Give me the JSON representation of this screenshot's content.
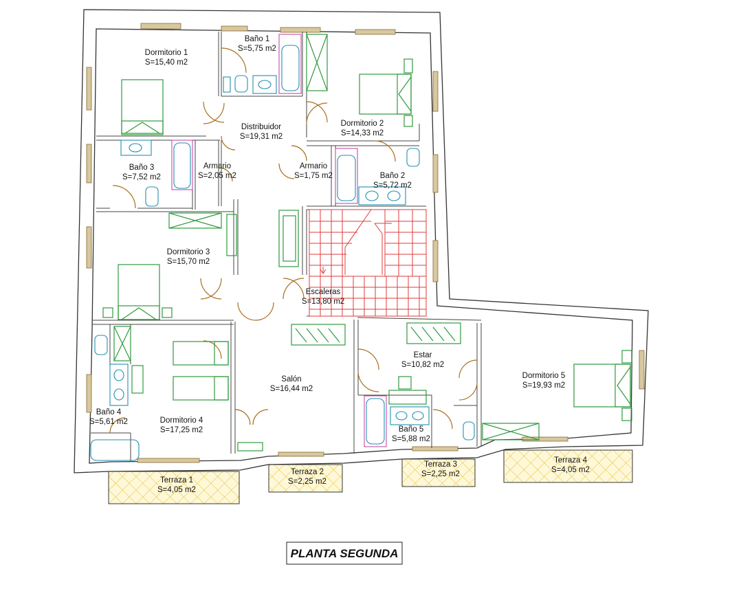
{
  "rooms": {
    "dormitorio1": {
      "name": "Dormitorio 1",
      "area": "S=15,40 m2"
    },
    "bano1": {
      "name": "Baño 1",
      "area": "S=5,75 m2"
    },
    "dormitorio2": {
      "name": "Dormitorio 2",
      "area": "S=14,33 m2"
    },
    "distribuidor": {
      "name": "Distribuidor",
      "area": "S=19,31 m2"
    },
    "bano3": {
      "name": "Baño 3",
      "area": "S=7,52 m2"
    },
    "armario1": {
      "name": "Armario",
      "area": "S=2,05 m2"
    },
    "armario2": {
      "name": "Armario",
      "area": "S=1,75 m2"
    },
    "bano2": {
      "name": "Baño 2",
      "area": "S=5,72 m2"
    },
    "dormitorio3": {
      "name": "Dormitorio 3",
      "area": "S=15,70 m2"
    },
    "escaleras": {
      "name": "Escaleras",
      "area": "S=13,80 m2"
    },
    "estar": {
      "name": "Estar",
      "area": "S=10,82 m2"
    },
    "salon": {
      "name": "Salón",
      "area": "S=16,44 m2"
    },
    "dormitorio5": {
      "name": "Dormitorio 5",
      "area": "S=19,93 m2"
    },
    "bano4": {
      "name": "Baño 4",
      "area": "S=5,61 m2"
    },
    "dormitorio4": {
      "name": "Dormitorio 4",
      "area": "S=17,25 m2"
    },
    "bano5": {
      "name": "Baño 5",
      "area": "S=5,88 m2"
    },
    "terraza1": {
      "name": "Terraza 1",
      "area": "S=4,05 m2"
    },
    "terraza2": {
      "name": "Terraza 2",
      "area": "S=2,25 m2"
    },
    "terraza3": {
      "name": "Terraza 3",
      "area": "S=2,25 m2"
    },
    "terraza4": {
      "name": "Terraza 4",
      "area": "S=4,05 m2"
    }
  },
  "title": "PLANTA SEGUNDA",
  "colors": {
    "walls": "#333333",
    "doors": "#a8701e",
    "furniture": "#2e9a3e",
    "sanitary": "#1f8fb0",
    "stairs": "#e03a3a",
    "terrace_fill": "#fff8d8",
    "terrace_hatch": "#e6c84a"
  }
}
